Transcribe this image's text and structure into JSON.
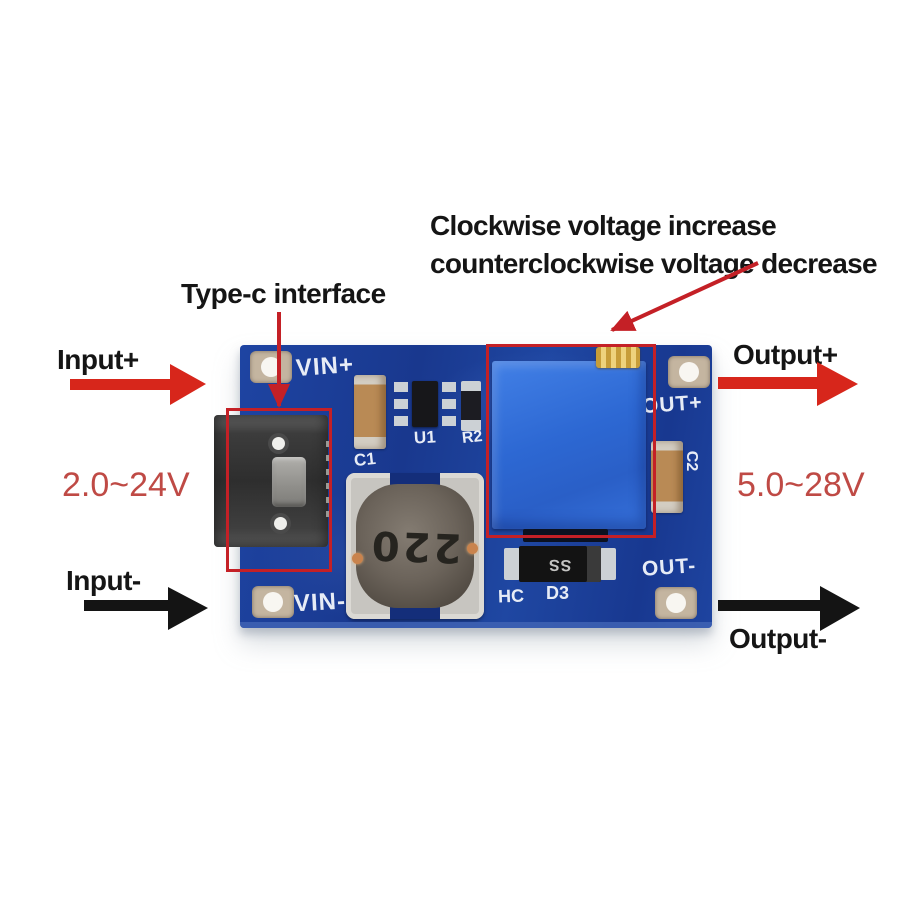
{
  "colors": {
    "background": "#ffffff",
    "pcb_blue": "#1c3f9c",
    "potentiometer_blue": "#2f6fd8",
    "arrow_red": "#d7261b",
    "highlight_box_red": "#c42026",
    "voltage_text_red": "#bf4a45",
    "label_black": "#151515",
    "silkscreen_white": "#e7ecf6"
  },
  "callouts": {
    "top_note_line1": "Clockwise voltage increase",
    "top_note_line2": "counterclockwise voltage decrease",
    "typec_label": "Type-c interface"
  },
  "io_labels": {
    "input_plus": "Input+",
    "input_range": "2.0~24V",
    "input_minus": "Input-",
    "output_plus": "Output+",
    "output_range": "5.0~28V",
    "output_minus": "Output-"
  },
  "board": {
    "silkscreen": {
      "vin_plus": "VIN+",
      "vin_minus": "VIN-",
      "out_plus": "OUT+",
      "out_minus": "OUT-",
      "c1": "C1",
      "c2": "C2",
      "u1": "U1",
      "r2": "R2",
      "hc": "HC",
      "d3": "D3"
    },
    "markings": {
      "inductor": "220",
      "diode": "SS"
    }
  }
}
